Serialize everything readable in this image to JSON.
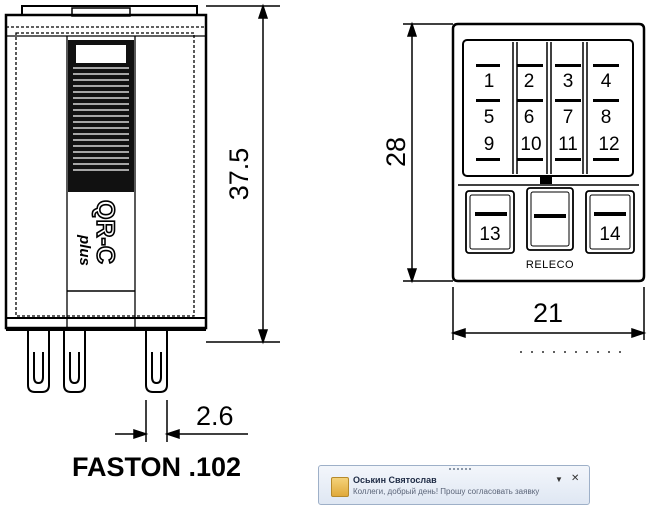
{
  "side_view": {
    "brand": "QR-C",
    "brand_sub": "plus",
    "height_dim": "37.5",
    "pin_dim": "2.6",
    "terminal_label": "FASTON .102"
  },
  "top_view": {
    "height_dim": "28",
    "width_dim": "21",
    "pins": [
      "1",
      "2",
      "3",
      "4",
      "5",
      "6",
      "7",
      "8",
      "9",
      "10",
      "11",
      "12"
    ],
    "coil_pins": [
      "13",
      "14"
    ],
    "maker": "RELECO"
  },
  "notification": {
    "sender": "Оськин Святослав",
    "preview": "Коллеги, добрый день! Прошу согласовать заявку",
    "menu_icon": "dropdown-arrow-icon",
    "close_icon": "close-icon"
  }
}
